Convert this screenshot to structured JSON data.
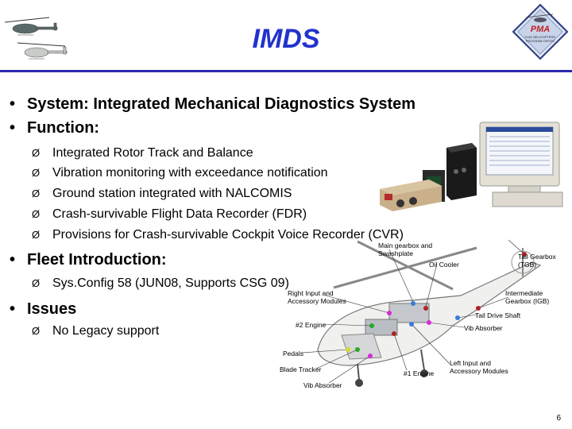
{
  "title": "IMDS",
  "logo": {
    "name": "PMA",
    "subtitle": "H-60 HELICOPTERS PROGRAM OFFICE"
  },
  "bullets": [
    {
      "label": "System:  Integrated Mechanical Diagnostics System"
    },
    {
      "label": "Function:"
    }
  ],
  "function_items": [
    "Integrated Rotor Track and Balance",
    "Vibration monitoring with exceedance notification",
    "Ground station integrated with NALCOMIS",
    "Crash-survivable Flight Data Recorder (FDR)",
    "Provisions for Crash-survivable Cockpit Voice Recorder (CVR)"
  ],
  "fleet": {
    "label": "Fleet Introduction:",
    "items": [
      "Sys.Config 58 (JUN08, Supports CSG 09)"
    ]
  },
  "issues": {
    "label": "Issues",
    "items": [
      "No Legacy support"
    ]
  },
  "diagram_labels": {
    "main_gearbox": "Main gearbox and Swashplate",
    "oil_cooler": "Oil Cooler",
    "tail_gearbox": "Tail Gearbox (TGB)",
    "right_input": "Right Input and Accessory Modules",
    "intermediate_gearbox": "Intermediate Gearbox (IGB)",
    "tail_drive_shaft": "Tail Drive Shaft",
    "engine2": "#2 Engine",
    "vib_absorber_right": "Vib Absorber",
    "pedals": "Pedals",
    "blade_tracker": "Blade Tracker",
    "engine1": "#1 Engine",
    "left_input": "Left Input and Accessory Modules",
    "vib_absorber_bottom": "Vib Absorber"
  },
  "page_number": "6"
}
